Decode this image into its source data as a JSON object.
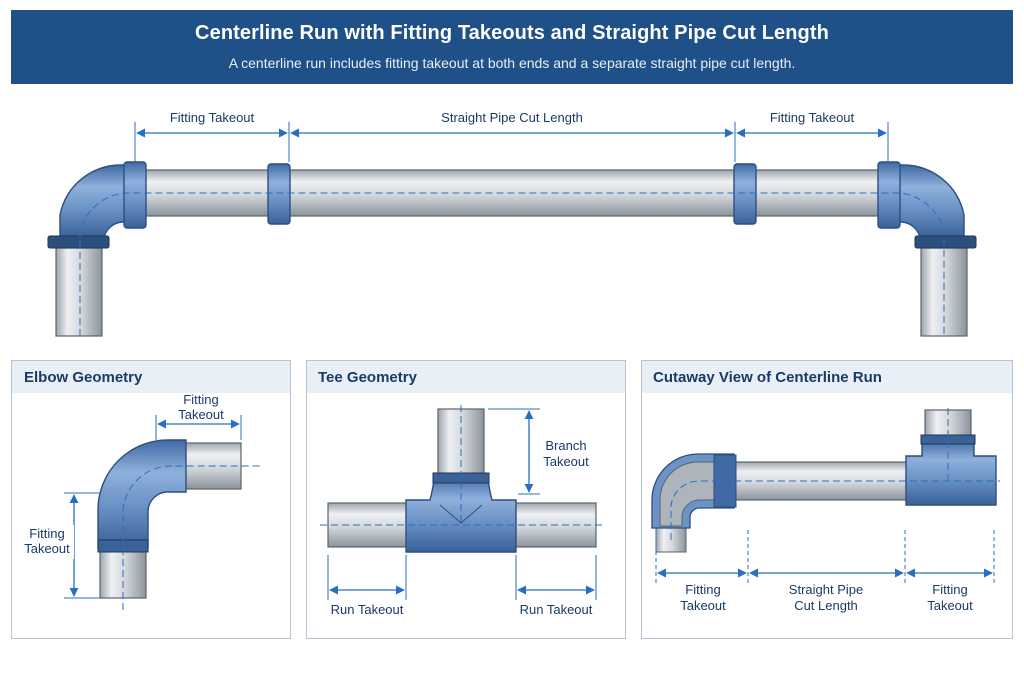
{
  "header": {
    "title": "Centerline Run with Fitting Takeouts and Straight Pipe Cut Length",
    "subtitle": "A centerline run includes fitting takeout at both ends and a separate straight pipe cut length."
  },
  "main_diagram": {
    "left_label": "Fitting Takeout",
    "center_label": "Straight Pipe Cut Length",
    "right_label": "Fitting Takeout"
  },
  "panels": {
    "elbow": {
      "title": "Elbow Geometry",
      "top_label_line1": "Fitting",
      "top_label_line2": "Takeout",
      "side_label_line1": "Fitting",
      "side_label_line2": "Takeout"
    },
    "tee": {
      "title": "Tee Geometry",
      "branch_line1": "Branch",
      "branch_line2": "Takeout",
      "run_left": "Run Takeout",
      "run_right": "Run Takeout"
    },
    "cutaway": {
      "title": "Cutaway View of Centerline Run",
      "left_line1": "Fitting",
      "left_line2": "Takeout",
      "mid_line1": "Straight Pipe",
      "mid_line2": "Cut Length",
      "right_line1": "Fitting",
      "right_line2": "Takeout"
    }
  },
  "colors": {
    "banner": "#1f5088",
    "fitting": "#6b93c6",
    "pipe": "#d6dadf",
    "dimension": "#2a6fbf",
    "text": "#1b3a66"
  }
}
